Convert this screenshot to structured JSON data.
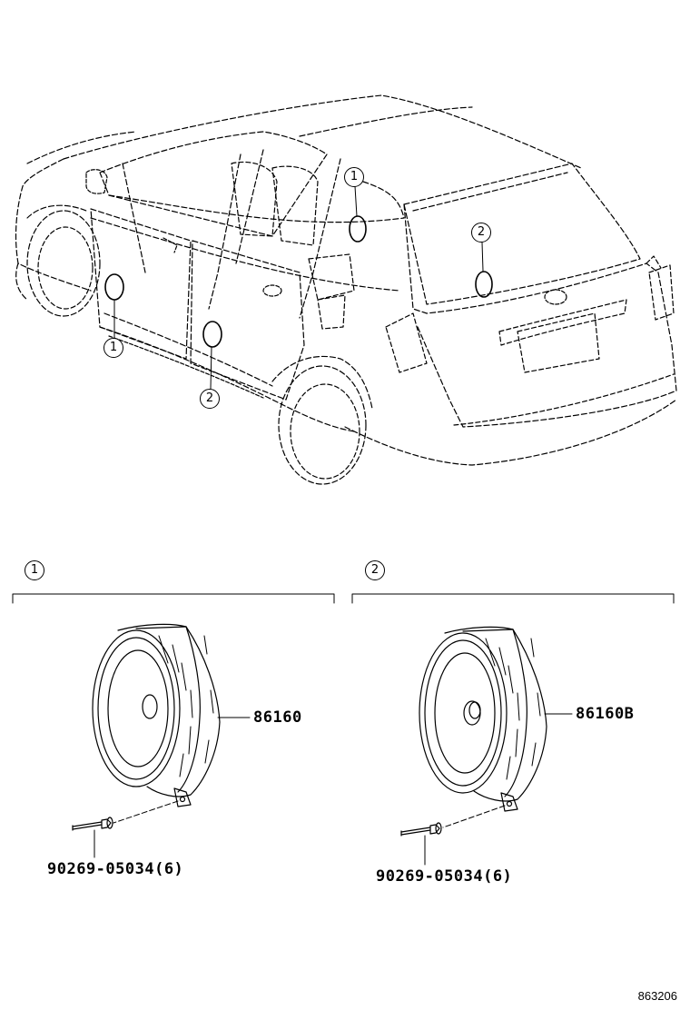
{
  "callouts": {
    "car_front_door": "1",
    "car_rear_door": "2",
    "car_far_front_door": "1",
    "car_far_rear_door": "2",
    "group1": "1",
    "group2": "2"
  },
  "parts": {
    "speaker1": "86160",
    "screw1": "90269-05034(6)",
    "speaker2": "86160B",
    "screw2": "90269-05034(6)"
  },
  "diagram_id": "863206"
}
